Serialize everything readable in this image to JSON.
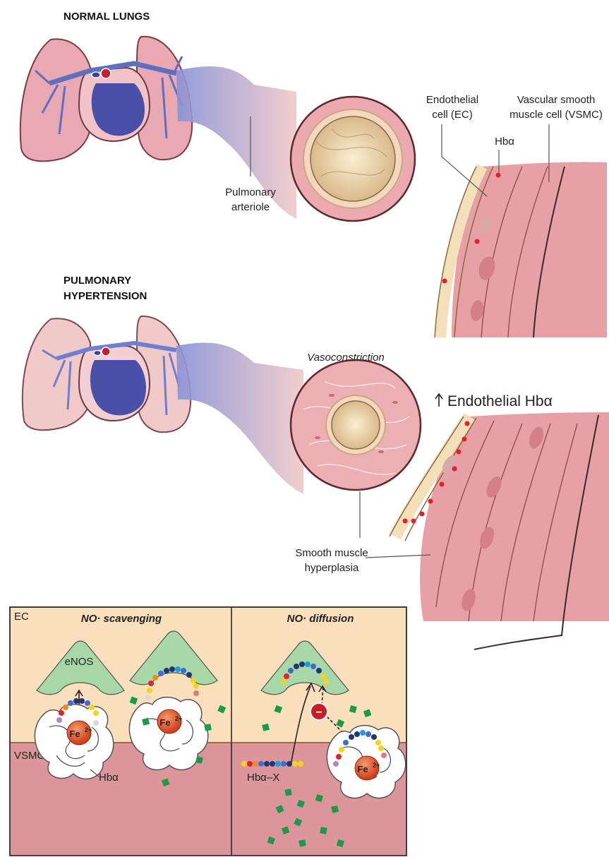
{
  "headings": {
    "normal": "NORMAL LUNGS",
    "ph_line1": "PULMONARY",
    "ph_line2": "HYPERTENSION"
  },
  "labels": {
    "pulmonary_arteriole_1": "Pulmonary",
    "pulmonary_arteriole_2": "arteriole",
    "ec_1": "Endothelial",
    "ec_2": "cell (EC)",
    "vsmc_1": "Vascular smooth",
    "vsmc_2": "muscle cell (VSMC)",
    "hba_top": "Hbα",
    "vasoconstriction": "Vasoconstriction",
    "endothelial_hba": "Endothelial Hbα",
    "hyperplasia_1": "Smooth muscle",
    "hyperplasia_2": "hyperplasia"
  },
  "panel": {
    "ec": "EC",
    "vsmc": "VSMC",
    "scavenging": "NO· scavenging",
    "diffusion": "NO· diffusion",
    "enos": "eNOS",
    "fe": "Fe",
    "fe_charge": "2+",
    "hba": "Hbα",
    "hba_x": "Hbα–X",
    "minus": "–"
  },
  "colors": {
    "lung_normal": "#e9a9b2",
    "lung_ph": "#f2c9c9",
    "vessel_blue": "#5f6fc0",
    "heart_blue": "#4a4fa8",
    "muscle": "#e7a1a6",
    "endothelium": "#f4dfbb",
    "hba_dot": "#e3212b",
    "panel_bg": "#f9dfbb",
    "vsmc_bg": "#dc969b",
    "enos_green": "#a8d8a8",
    "no_green": "#1a9a4a",
    "fe_orange": "#e0562a"
  }
}
